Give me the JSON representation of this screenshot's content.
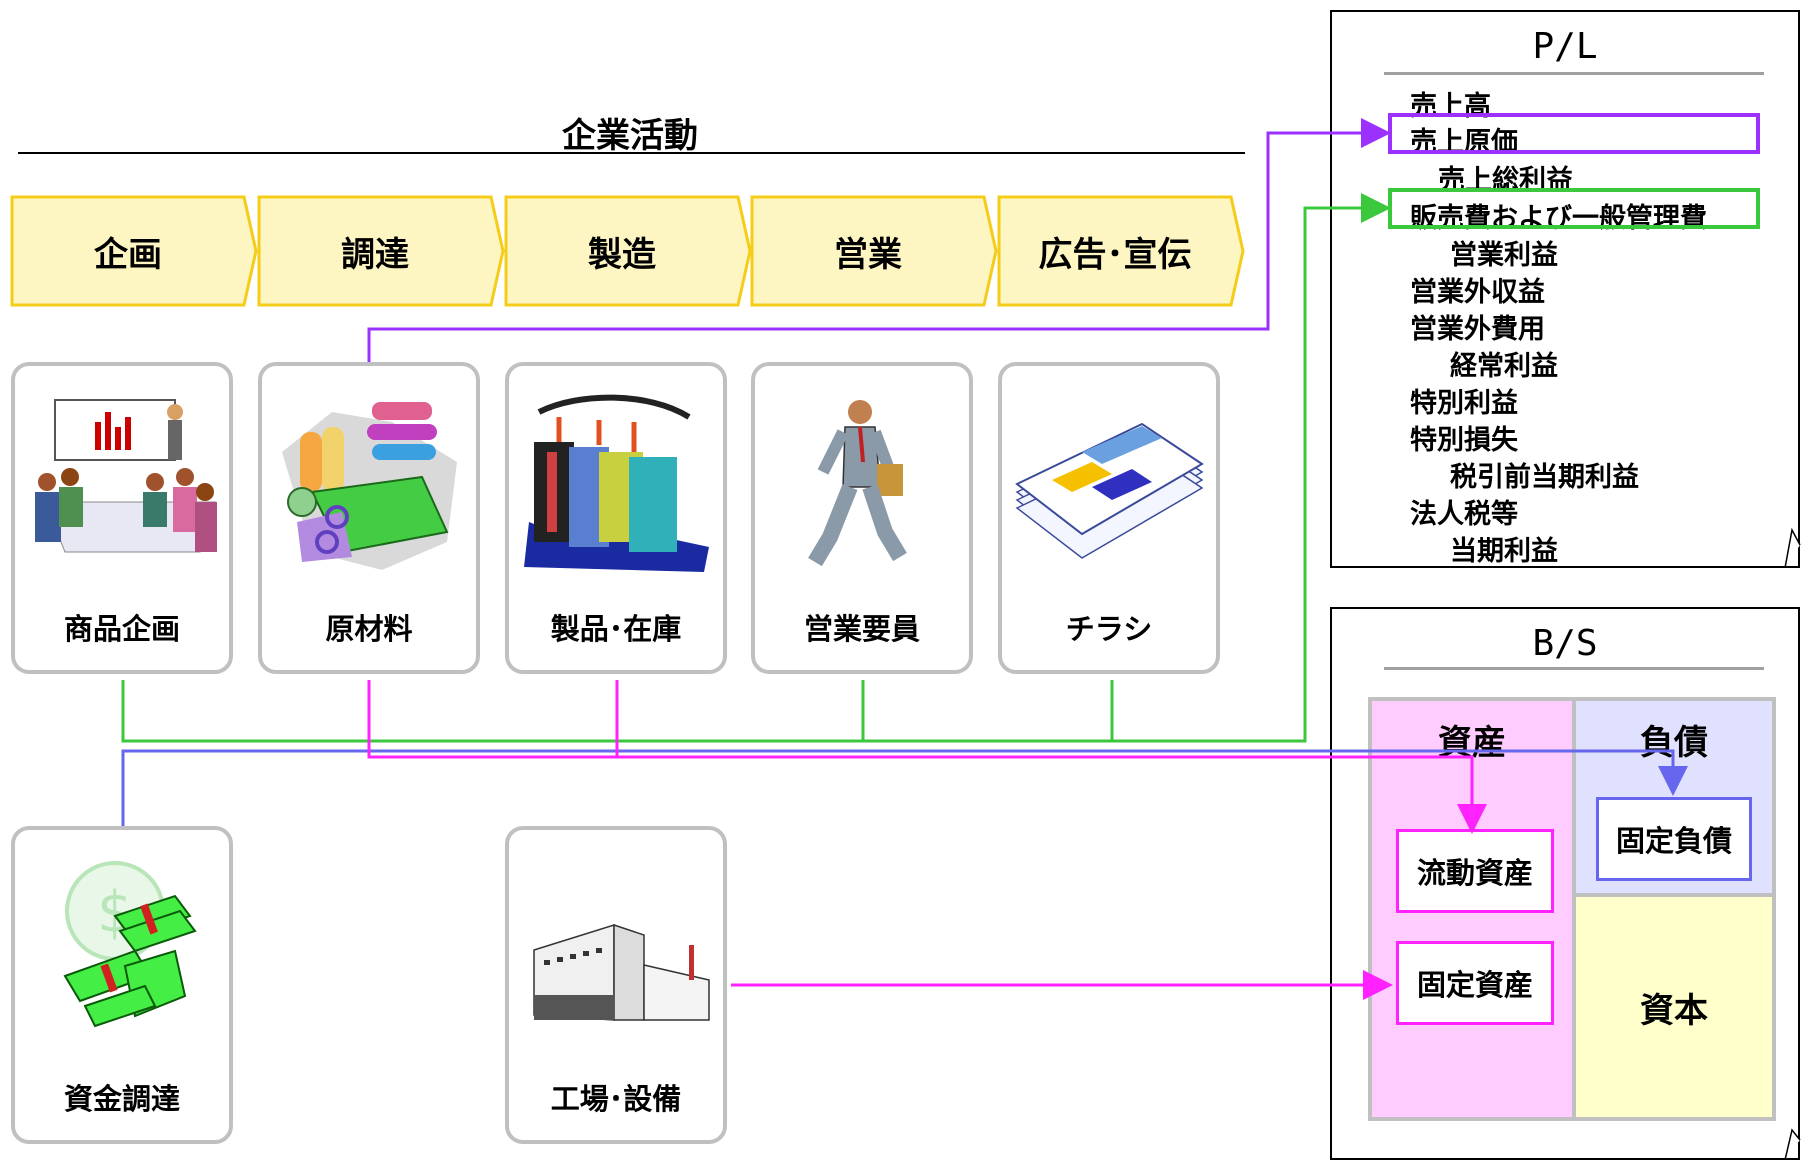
{
  "title": "企業活動",
  "activities": [
    "企画",
    "調達",
    "製造",
    "営業",
    "広告･宣伝"
  ],
  "cards_top": [
    "商品企画",
    "原材料",
    "製品･在庫",
    "営業要員",
    "チラシ"
  ],
  "cards_bottom": [
    "資金調達",
    "工場･設備"
  ],
  "icons": {
    "planning": "meeting-presentation-icon",
    "materials": "fabric-scissors-icon",
    "products": "clothes-rack-icon",
    "sales": "running-businessman-icon",
    "flyer": "newspaper-flyer-icon",
    "funding": "money-stack-icon",
    "factory": "factory-building-icon"
  },
  "pl": {
    "title": "P/L",
    "items": [
      "売上高",
      "売上原価",
      "売上総利益",
      "販売費および一般管理費",
      "営業利益",
      "営業外収益",
      "営業外費用",
      "経常利益",
      "特別利益",
      "特別損失",
      "税引前当期利益",
      "法人税等",
      "当期利益"
    ]
  },
  "bs": {
    "title": "B/S",
    "assets": "資産",
    "liabilities": "負債",
    "current_assets": "流動資産",
    "fixed_assets": "固定資産",
    "fixed_liabilities": "固定負債",
    "capital": "資本"
  },
  "colors": {
    "chevron_fill": "#fdf6c3",
    "chevron_stroke": "#f5cc1a",
    "purple": "#9b30ff",
    "green": "#3cc83c",
    "magenta": "#ff22ff",
    "blue": "#6666ee",
    "assets_bg": "#ffccff",
    "liabilities_bg": "#e0e0ff",
    "capital_bg": "#ffffcc"
  }
}
